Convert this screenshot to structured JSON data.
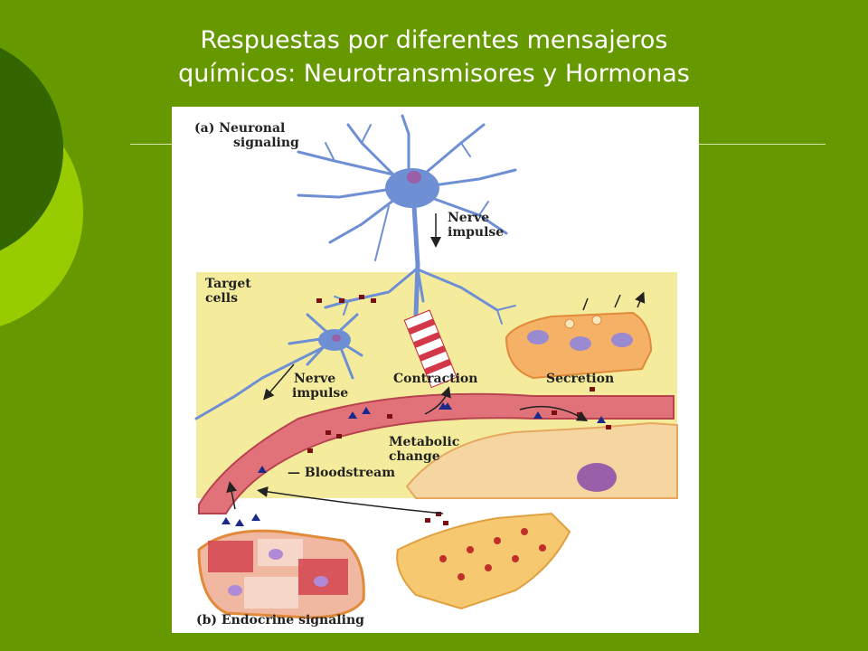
{
  "slide": {
    "title_line1": "Respuestas por diferentes mensajeros",
    "title_line2": "químicos: Neurotransmisores y Hormonas"
  },
  "figure": {
    "neuronal_label_line1": "(a) Neuronal",
    "neuronal_label_line2": "signaling",
    "nerve_impulse_top_line1": "Nerve",
    "nerve_impulse_top_line2": "impulse",
    "target_cells_line1": "Target",
    "target_cells_line2": "cells",
    "nerve_impulse_bottom_line1": "Nerve",
    "nerve_impulse_bottom_line2": "impulse",
    "contraction_label": "Contraction",
    "secretion_label": "Secretion",
    "metabolic_line1": "Metabolic",
    "metabolic_line2": "change",
    "bloodstream_label": "— Bloodstream",
    "endocrine_label": "(b) Endocrine signaling"
  },
  "colors": {
    "background": "#669900",
    "target_panel": "#f4ec9c",
    "neuron": "#6f8fd4",
    "blood_vessel": "#e2727a",
    "text": "#ffffff"
  }
}
